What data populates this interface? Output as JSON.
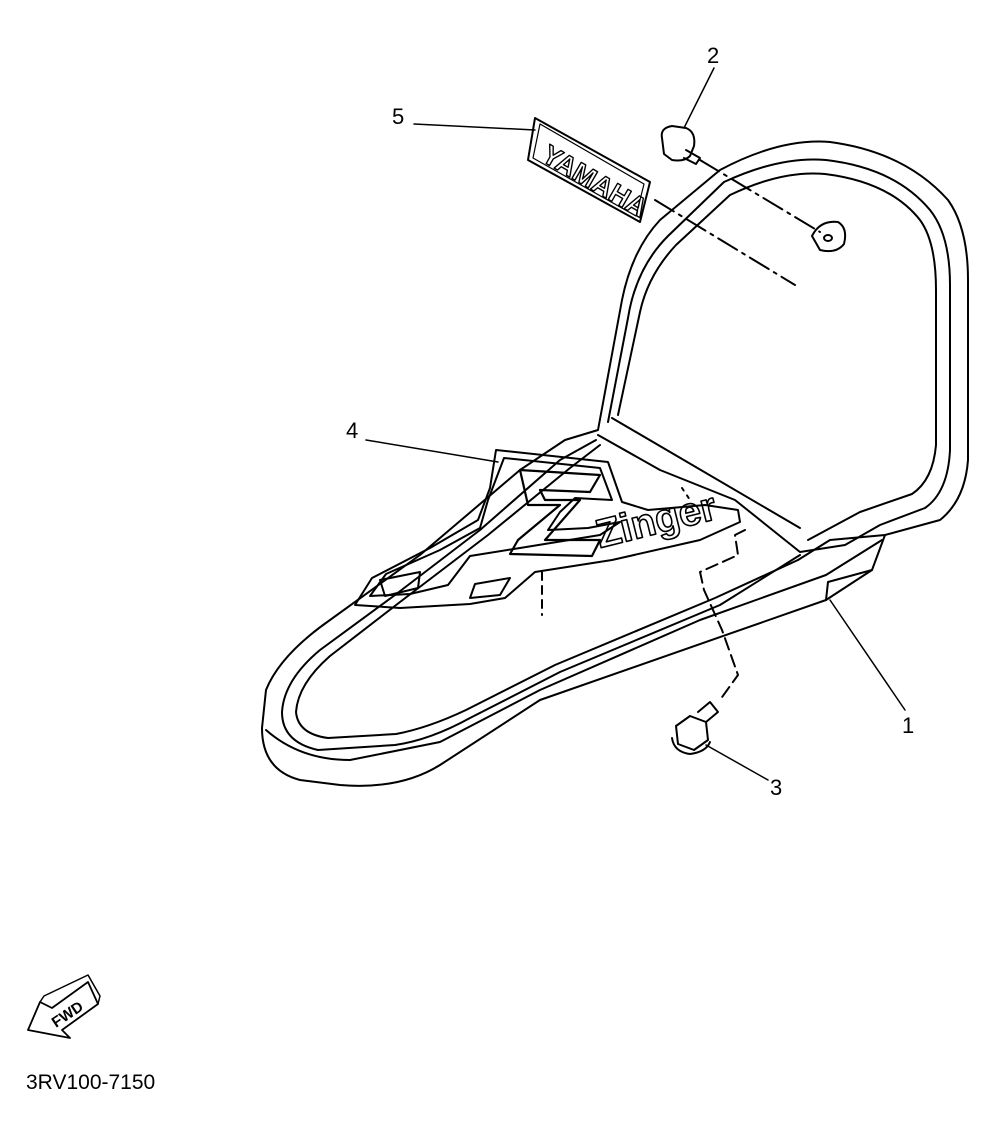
{
  "callouts": [
    {
      "number": "1"
    },
    {
      "number": "2"
    },
    {
      "number": "3"
    },
    {
      "number": "4"
    },
    {
      "number": "5"
    }
  ],
  "decals": {
    "emblem_text": "YAMAHA",
    "graphic_text": "Zinger"
  },
  "fwd_indicator": {
    "label": "FWD"
  },
  "drawing_code": "3RV100-7150",
  "colors": {
    "line": "#000000",
    "background": "#ffffff"
  }
}
